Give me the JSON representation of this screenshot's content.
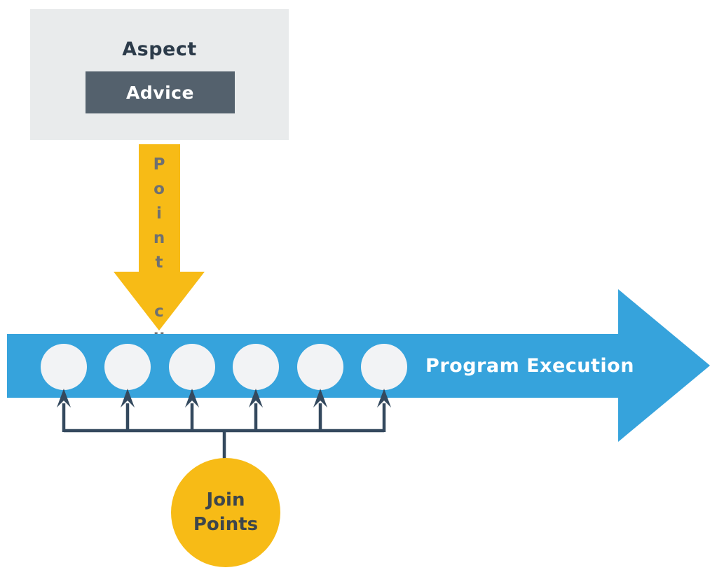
{
  "colors": {
    "blue": "#36a3dc",
    "yellow": "#f7bb16",
    "panel": "#e9ebec",
    "advice-bg": "#54616d",
    "dark-text": "#2c3b4a",
    "line": "#34495e",
    "circle-fill": "#f2f3f5",
    "pointcut-text": "#6e7072",
    "join-text": "#3d464c"
  },
  "aspect": {
    "title": "Aspect",
    "advice_label": "Advice"
  },
  "pointcut": {
    "label": "Point cut"
  },
  "program": {
    "label": "Program Execution",
    "join_point_count": 6
  },
  "join_points": {
    "label": "Join Points"
  }
}
